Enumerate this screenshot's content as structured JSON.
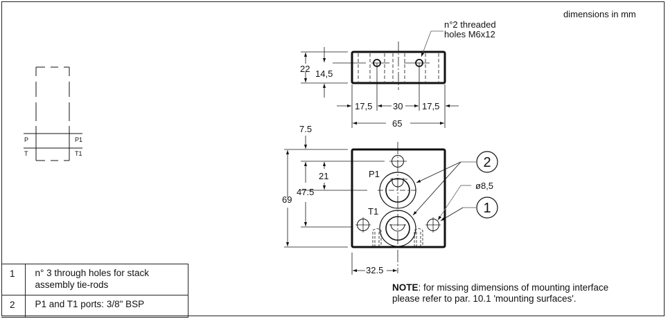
{
  "header": {
    "units_note": "dimensions in mm"
  },
  "symbol": {
    "ports_left": [
      "P",
      "T"
    ],
    "ports_right": [
      "P1",
      "T1"
    ]
  },
  "top_view": {
    "callout": [
      "n°2 threaded",
      "holes M6x12"
    ],
    "dims": {
      "height_total": "22",
      "hole_height": "14,5",
      "hole_left": "17,5",
      "hole_spacing": "30",
      "hole_right": "17,5",
      "width_total": "65"
    }
  },
  "front_view": {
    "port_labels": [
      "P1",
      "T1"
    ],
    "hole_diameter": "ø8,5",
    "balloons": [
      "2",
      "1"
    ],
    "dims": {
      "top_offset": "7.5",
      "port_spacing": "21",
      "holes_spacing": "47.5",
      "height_total": "69",
      "center_offset": "32.5"
    }
  },
  "legend": {
    "rows": [
      {
        "num": "1",
        "desc_line1": "n° 3 through holes for stack",
        "desc_line2": "assembly tie-rods"
      },
      {
        "num": "2",
        "desc_line1": "P1 and T1 ports: 3/8\" BSP",
        "desc_line2": ""
      }
    ]
  },
  "note": {
    "label": "NOTE",
    "line1": ": for missing dimensions of mounting interface",
    "line2": "please refer to par. 10.1 'mounting surfaces'."
  }
}
